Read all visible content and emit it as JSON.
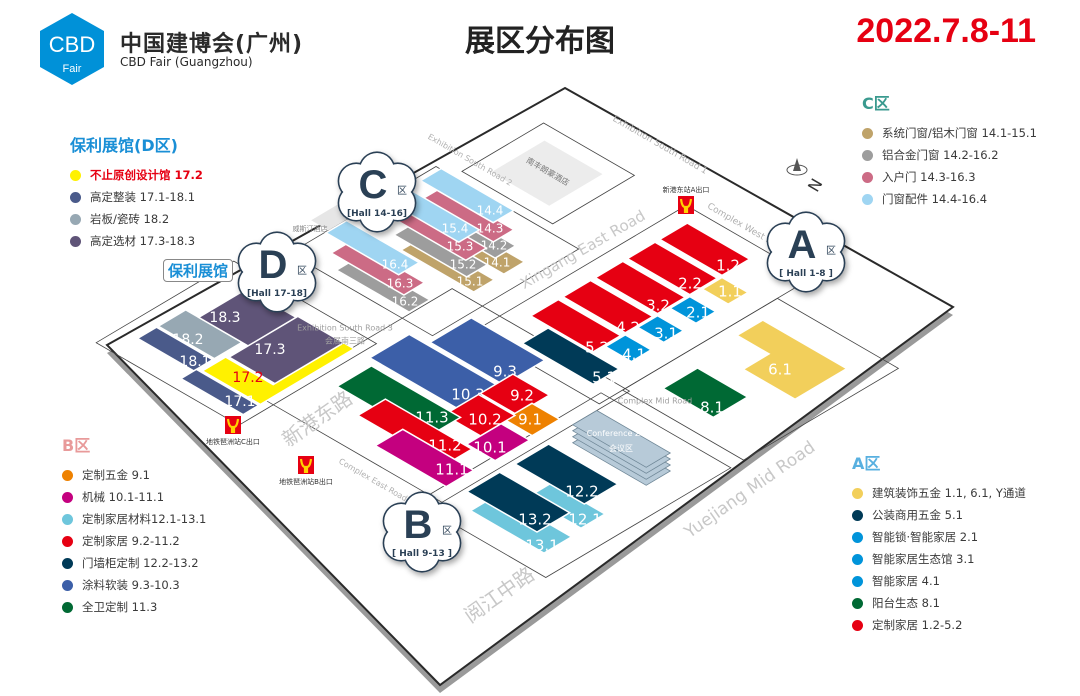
{
  "header": {
    "logo_text": "CBD",
    "logo_sub": "Fair",
    "brand_cn": "中国建博会(广州)",
    "brand_en": "CBD Fair (Guangzhou)",
    "title": "展区分布图",
    "date": "2022.7.8-11"
  },
  "legends": {
    "d": {
      "title": "保利展馆(D区)",
      "title_color": "#1a8fd6",
      "items": [
        {
          "label": "不止原创设计馆 17.2",
          "color": "#fff100",
          "highlight": true
        },
        {
          "label": "高定整装 17.1-18.1",
          "color": "#4a5a8a"
        },
        {
          "label": "岩板/瓷砖 18.2",
          "color": "#97a8b3"
        },
        {
          "label": "高定选材 17.3-18.3",
          "color": "#5f5478"
        }
      ]
    },
    "c": {
      "title": "C区",
      "title_color": "#3a9a8f",
      "items": [
        {
          "label": "系统门窗/铝木门窗 14.1-15.1",
          "color": "#bfa36a"
        },
        {
          "label": "铝合金门窗 14.2-16.2",
          "color": "#9d9d9d"
        },
        {
          "label": "入户门 14.3-16.3",
          "color": "#cc6b85"
        },
        {
          "label": "门窗配件 14.4-16.4",
          "color": "#9fd5f2"
        }
      ]
    },
    "b": {
      "title": "B区",
      "title_color": "#e89a9a",
      "items": [
        {
          "label": "定制五金 9.1",
          "color": "#ee8100"
        },
        {
          "label": "机械 10.1-11.1",
          "color": "#c4007f"
        },
        {
          "label": "定制家居材料12.1-13.1",
          "color": "#6ec6dc"
        },
        {
          "label": "定制家居 9.2-11.2",
          "color": "#e60012"
        },
        {
          "label": "门墙柜定制 12.2-13.2",
          "color": "#003a57"
        },
        {
          "label": "涂料软装 9.3-10.3",
          "color": "#3c5fa8"
        },
        {
          "label": "全卫定制 11.3",
          "color": "#006934"
        }
      ]
    },
    "a": {
      "title": "A区",
      "title_color": "#58b0e0",
      "items": [
        {
          "label": "建筑装饰五金 1.1, 6.1, Y通道",
          "color": "#f2cf5b"
        },
        {
          "label": "公装商用五金 5.1",
          "color": "#003a57"
        },
        {
          "label": "智能锁·智能家居 2.1",
          "color": "#0094da"
        },
        {
          "label": "智能家居生态馆 3.1",
          "color": "#0094da"
        },
        {
          "label": "智能家居 4.1",
          "color": "#0094da"
        },
        {
          "label": "阳台生态 8.1",
          "color": "#006934"
        },
        {
          "label": "定制家居 1.2-5.2",
          "color": "#e60012"
        }
      ]
    }
  },
  "poly_tag": "保利展馆",
  "zones": [
    {
      "letter": "A",
      "suffix": "区",
      "halls": "[ Hall 1-8 ]"
    },
    {
      "letter": "B",
      "suffix": "区",
      "halls": "[ Hall 9-13 ]"
    },
    {
      "letter": "C",
      "suffix": "区",
      "halls": "[Hall 14-16]"
    },
    {
      "letter": "D",
      "suffix": "区",
      "halls": "[Hall 17-18]"
    }
  ],
  "halls": [
    {
      "label": "14.1",
      "color": "#bfa36a"
    },
    {
      "label": "14.2",
      "color": "#9d9d9d"
    },
    {
      "label": "14.3",
      "color": "#cc6b85"
    },
    {
      "label": "14.4",
      "color": "#9fd5f2"
    },
    {
      "label": "15.1",
      "color": "#bfa36a"
    },
    {
      "label": "15.2",
      "color": "#9d9d9d"
    },
    {
      "label": "15.3",
      "color": "#cc6b85"
    },
    {
      "label": "15.4",
      "color": "#9fd5f2"
    },
    {
      "label": "16.2",
      "color": "#9d9d9d"
    },
    {
      "label": "16.3",
      "color": "#cc6b85"
    },
    {
      "label": "16.4",
      "color": "#9fd5f2"
    },
    {
      "label": "1.2",
      "color": "#e60012"
    },
    {
      "label": "1.1",
      "color": "#f2cf5b"
    },
    {
      "label": "2.2",
      "color": "#e60012"
    },
    {
      "label": "2.1",
      "color": "#0094da"
    },
    {
      "label": "3.2",
      "color": "#e60012"
    },
    {
      "label": "3.1",
      "color": "#0094da"
    },
    {
      "label": "4.2",
      "color": "#e60012"
    },
    {
      "label": "4.1",
      "color": "#0094da"
    },
    {
      "label": "5.1",
      "color": "#003a57"
    },
    {
      "label": "5.2",
      "color": "#e60012"
    },
    {
      "label": "6.1",
      "color": "#f2cf5b"
    },
    {
      "label": "8.1",
      "color": "#006934"
    },
    {
      "label": "9.3",
      "color": "#3c5fa8"
    },
    {
      "label": "10.3",
      "color": "#3c5fa8"
    },
    {
      "label": "9.2",
      "color": "#e60012"
    },
    {
      "label": "9.1",
      "color": "#ee8100"
    },
    {
      "label": "10.2",
      "color": "#e60012"
    },
    {
      "label": "10.1",
      "color": "#c4007f"
    },
    {
      "label": "11.3",
      "color": "#006934"
    },
    {
      "label": "11.2",
      "color": "#e60012"
    },
    {
      "label": "11.1",
      "color": "#c4007f"
    },
    {
      "label": "12.1",
      "color": "#6ec6dc"
    },
    {
      "label": "13.1",
      "color": "#6ec6dc"
    },
    {
      "label": "12.2",
      "color": "#003a57"
    },
    {
      "label": "13.2",
      "color": "#003a57"
    },
    {
      "label": "18.2",
      "color": "#97a8b3"
    },
    {
      "label": "18.1",
      "color": "#4a5a8a"
    },
    {
      "label": "18.3",
      "color": "#5f5478"
    },
    {
      "label": "17.3",
      "color": "#5f5478"
    },
    {
      "label": "17.2",
      "color": "#fff100",
      "text_color": "#e60012"
    },
    {
      "label": "17.1",
      "color": "#4a5a8a"
    }
  ],
  "conference": {
    "label": "Conference Zone",
    "label_cn": "会议区"
  },
  "metro": [
    {
      "label": "新港东站A出口"
    },
    {
      "label": "地铁琶洲站C出口"
    },
    {
      "label": "地铁琶洲站B出口"
    }
  ],
  "roads": [
    {
      "label": "Xingang East Road"
    },
    {
      "label": "Yuejiang Mid Road"
    },
    {
      "label": "新港东路"
    },
    {
      "label": "阅江中路"
    },
    {
      "label": "Exhibition South Road 1"
    },
    {
      "label": "Exhibition South Road 2"
    },
    {
      "label": "Exhibition South Road 3"
    },
    {
      "label": "会展南三路"
    },
    {
      "label": "Complex West Road"
    },
    {
      "label": "Complex East Road"
    },
    {
      "label": "Complex Mid Road"
    }
  ],
  "buildings": {
    "hotel": "南丰朗豪酒店",
    "westin": "威斯汀酒店"
  },
  "compass": {
    "north": "N"
  },
  "colors": {
    "accent_red": "#e60012",
    "logo_blue": "#0091d8",
    "cloud_text": "#2b3f55"
  }
}
